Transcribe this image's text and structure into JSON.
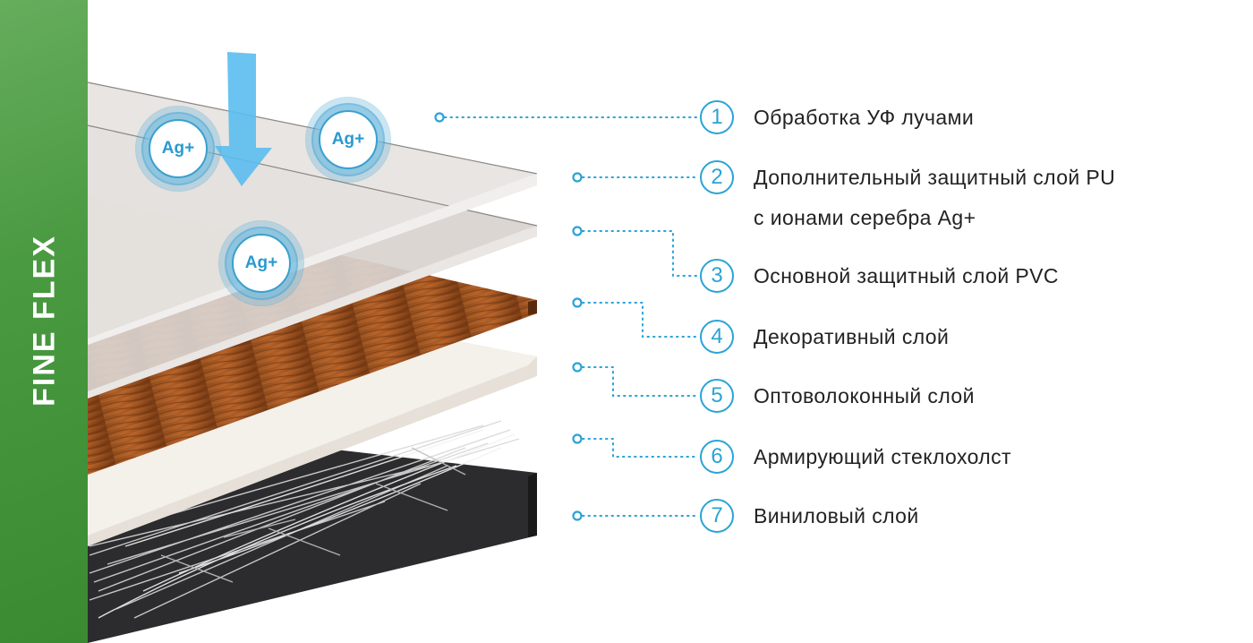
{
  "brand": "FINE FLEX",
  "ion_badge": "Ag+",
  "layers": [
    {
      "num": "1",
      "label": "Обработка УФ лучами"
    },
    {
      "num": "2",
      "label": "Дополнительный защитный слой PU",
      "label2": "с ионами серебра Ag+"
    },
    {
      "num": "3",
      "label": "Основной защитный слой PVC"
    },
    {
      "num": "4",
      "label": "Декоративный слой"
    },
    {
      "num": "5",
      "label": "Оптоволоконный слой"
    },
    {
      "num": "6",
      "label": "Армирующий стеклохолст"
    },
    {
      "num": "7",
      "label": "Виниловый слой"
    }
  ],
  "colors": {
    "accent": "#2aa3d6",
    "brand_green": "#4a9a42",
    "arrow": "#5bbcf0"
  }
}
